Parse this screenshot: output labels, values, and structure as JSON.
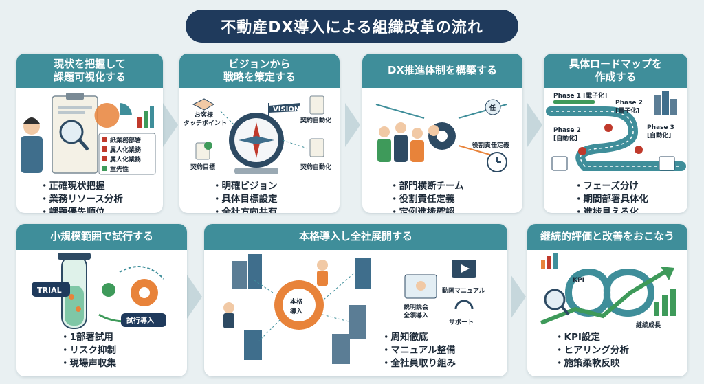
{
  "title": "不動産DX導入による組織改革の流れ",
  "colors": {
    "accent": "#3f8e9a",
    "title_bg": "#1f3a5c",
    "background": "#e9f0f2",
    "orange": "#e8833a",
    "green": "#3e9a5a"
  },
  "steps": [
    {
      "title_lines": [
        "現状を把握して",
        "課題可視化する"
      ],
      "illustration_labels": [
        "紙業務部署",
        "属人化業務",
        "属人化業務",
        "重先性"
      ],
      "bullets": [
        "正確現状把握",
        "業務リソース分析",
        "課題優先順位"
      ]
    },
    {
      "title_lines": [
        "ビジョンから",
        "戦略を策定する"
      ],
      "illustration_labels": [
        "お客様",
        "タッチポイント",
        "VISION",
        "契約自動化",
        "契約目標",
        "契約自動化"
      ],
      "bullets": [
        "明確ビジョン",
        "具体目標設定",
        "全社方向共有"
      ]
    },
    {
      "title_lines": [
        "DX推進体制を構築する"
      ],
      "illustration_labels": [
        "役割責任定義",
        "任"
      ],
      "bullets": [
        "部門横断チーム",
        "役割責任定義",
        "定例進捗確認"
      ]
    },
    {
      "title_lines": [
        "具体ロードマップを",
        "作成する"
      ],
      "illustration_labels": [
        "Phase 1 [電子化]",
        "Phase 2",
        "[電子化]",
        "Phase 2",
        "[自動化]",
        "Phase 3",
        "[自動化]"
      ],
      "bullets": [
        "フェーズ分け",
        "期間部署具体化",
        "進捗見える化"
      ]
    },
    {
      "title_lines": [
        "小規模範囲で試行する"
      ],
      "illustration_labels": [
        "TRIAL",
        "試行導入"
      ],
      "bullets": [
        "1部署試用",
        "リスク抑制",
        "現場声収集"
      ]
    },
    {
      "title_lines": [
        "本格導入し全社展開する"
      ],
      "illustration_labels": [
        "本格",
        "導入",
        "説明説会",
        "全領導入",
        "動画マニュアル",
        "サポート"
      ],
      "bullets": [
        "周知徹底",
        "マニュアル整備",
        "全社員取り組み"
      ]
    },
    {
      "title_lines": [
        "継続的評価と改善をおこなう"
      ],
      "illustration_labels": [
        "KPI",
        "継続成長"
      ],
      "bullets": [
        "KPI設定",
        "ヒアリング分析",
        "施策柔軟反映"
      ]
    }
  ]
}
